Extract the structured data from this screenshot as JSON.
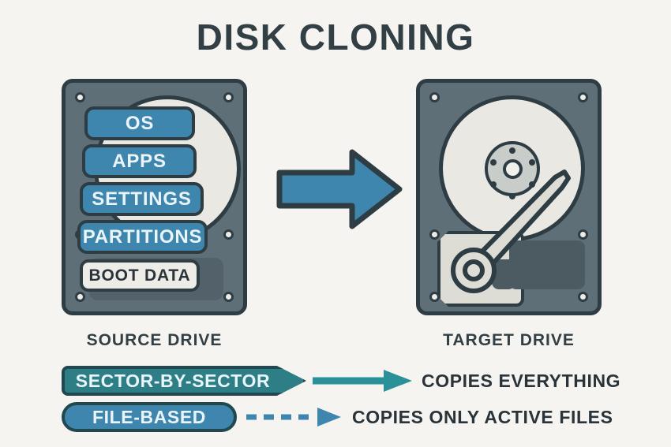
{
  "title": "DISK CLONING",
  "colors": {
    "background": "#f5f4f0",
    "ink": "#2e3d44",
    "drive_body": "#5f6f77",
    "platter": "#e9e8e2",
    "blue": "#3e86ad",
    "teal": "#2e7f85",
    "teal_arrow": "#2a9199",
    "pill_text": "#e9f5fa",
    "dark_text": "#2a3339"
  },
  "source_drive": {
    "caption": "SOURCE DRIVE",
    "contents": [
      {
        "label": "OS",
        "style": "blue"
      },
      {
        "label": "APPS",
        "style": "blue"
      },
      {
        "label": "SETTINGS",
        "style": "blue"
      },
      {
        "label": "PARTITIONS",
        "style": "blue"
      },
      {
        "label": "BOOT DATA",
        "style": "light"
      }
    ]
  },
  "target_drive": {
    "caption": "TARGET DRIVE"
  },
  "transfer_arrow": {
    "icon": "right-arrow-icon",
    "direction": "right"
  },
  "legend": {
    "rows": [
      {
        "banner": "SECTOR-BY-SECTOR",
        "arrow": "solid-arrow-icon",
        "result": "COPIES EVERYTHING"
      },
      {
        "banner": "FILE-BASED",
        "arrow": "dashed-arrow-icon",
        "result": "COPIES ONLY ACTIVE FILES"
      }
    ]
  }
}
